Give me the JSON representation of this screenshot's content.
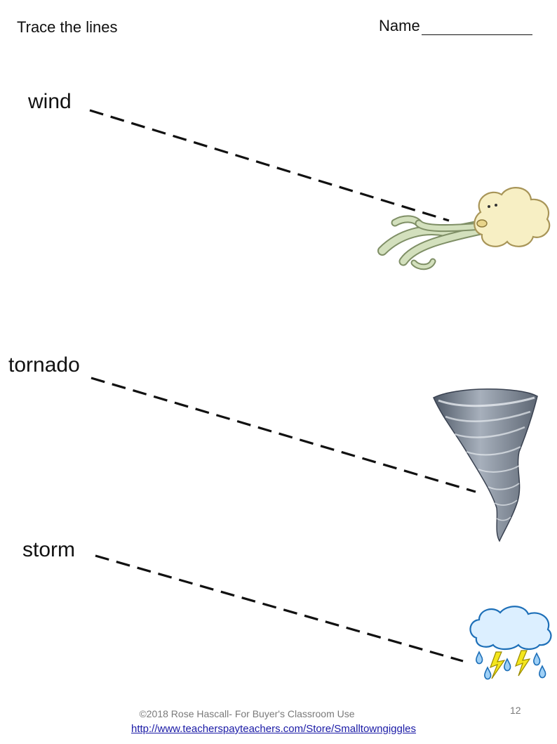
{
  "header": {
    "instruction": "Trace the lines",
    "name_label": "Name"
  },
  "items": [
    {
      "word": "wind",
      "picture_icon": "wind-cloud-icon"
    },
    {
      "word": "tornado",
      "picture_icon": "tornado-icon"
    },
    {
      "word": "storm",
      "picture_icon": "storm-cloud-icon"
    }
  ],
  "footer": {
    "copyright": "©2018  Rose Hascall- For Buyer's Classroom Use",
    "link_text": "http://www.teacherspayteachers.com/Store/Smalltowngiggles",
    "page_number": "12"
  },
  "colors": {
    "text": "#111111",
    "footer_text": "#7a7a7a",
    "link": "#1a1aa6",
    "cloud_fill": "#f7f0c8",
    "wind_stream": "#cfdcb8",
    "tornado_gray": "#7d8793",
    "storm_cloud": "#dcefff",
    "rain_drop": "#56a7e6",
    "lightning": "#f2e21b"
  }
}
